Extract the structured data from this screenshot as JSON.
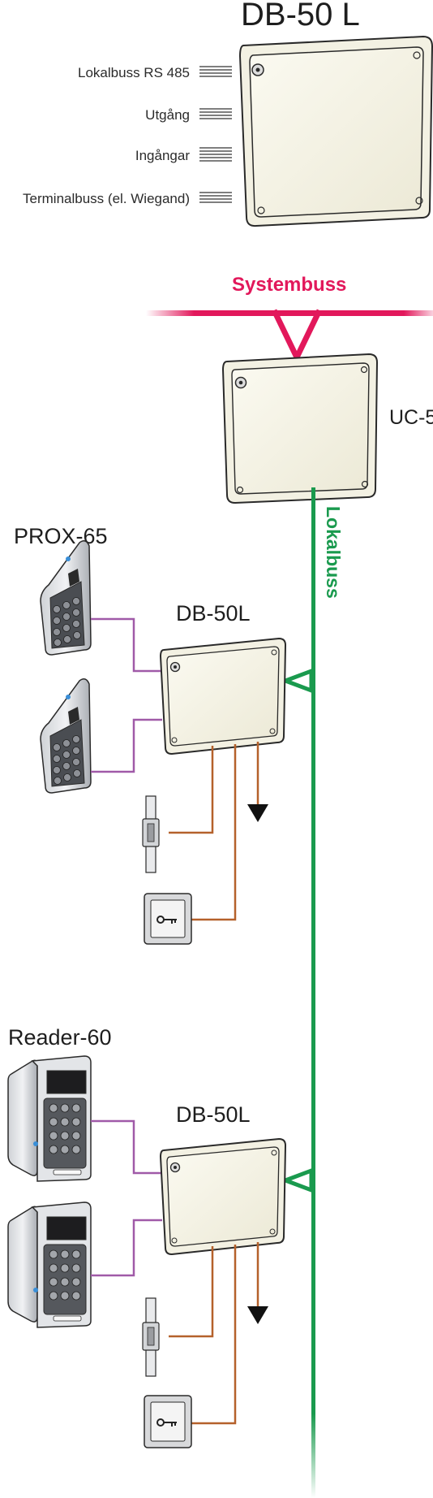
{
  "legend": {
    "title": "DB-50 L",
    "ports": [
      "Lokalbuss RS 485",
      "Utgång",
      "Ingångar",
      "Terminalbuss (el. Wiegand)"
    ]
  },
  "system_bus": {
    "label": "Systembuss"
  },
  "controller": {
    "label": "UC-5"
  },
  "local_bus": {
    "label": "Lokalbuss"
  },
  "section1": {
    "reader_label": "PROX-65",
    "unit_label": "DB-50L"
  },
  "section2": {
    "reader_label": "Reader-60",
    "unit_label": "DB-50L"
  },
  "colors": {
    "system_bus": "#e2185b",
    "local_bus": "#1a9a4e",
    "terminal_wire": "#a05aa8",
    "io_wire": "#b5612b",
    "enclosure_fill": "#f7f5ea",
    "enclosure_stroke": "#2a2a2a"
  }
}
